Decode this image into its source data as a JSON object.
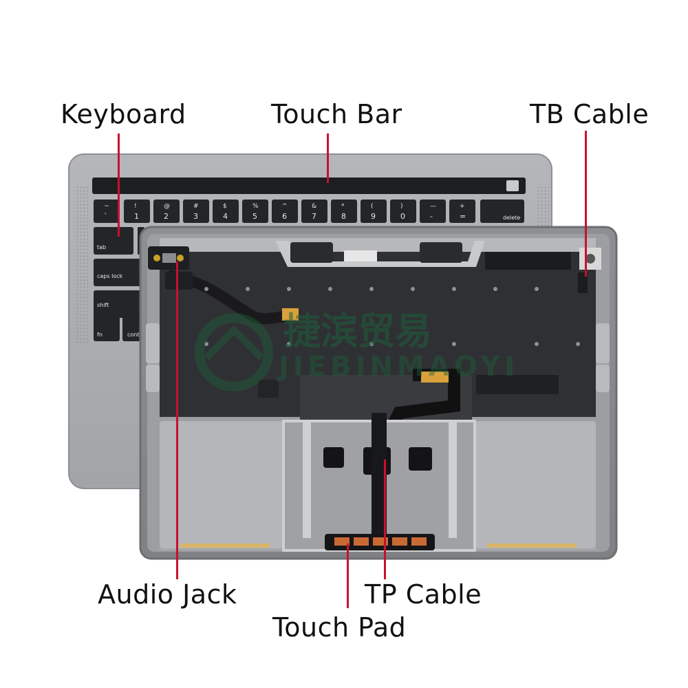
{
  "labels": {
    "keyboard": "Keyboard",
    "touch_bar": "Touch Bar",
    "tb_cable": "TB Cable",
    "audio_jack": "Audio Jack",
    "tp_cable": "TP Cable",
    "touch_pad": "Touch Pad"
  },
  "watermark": {
    "chinese": "捷滨贸易",
    "latin": "JIEBINMAOYI"
  },
  "keys": {
    "row1_top": [
      "~",
      "!",
      "@",
      "#",
      "$",
      "%",
      "^",
      "&",
      "*",
      "(",
      ")",
      "—",
      "+"
    ],
    "row1_bottom": [
      "`",
      "1",
      "2",
      "3",
      "4",
      "5",
      "6",
      "7",
      "8",
      "9",
      "0",
      "-",
      "="
    ],
    "delete": "delete",
    "tab": "tab",
    "caps_lock": "caps lock",
    "shift": "shift",
    "fn": "fn",
    "control": "contr"
  },
  "colors": {
    "leader_line": "#c8102e",
    "chassis": "#9a9ca0",
    "keyboard_back": "#2e2f32"
  }
}
